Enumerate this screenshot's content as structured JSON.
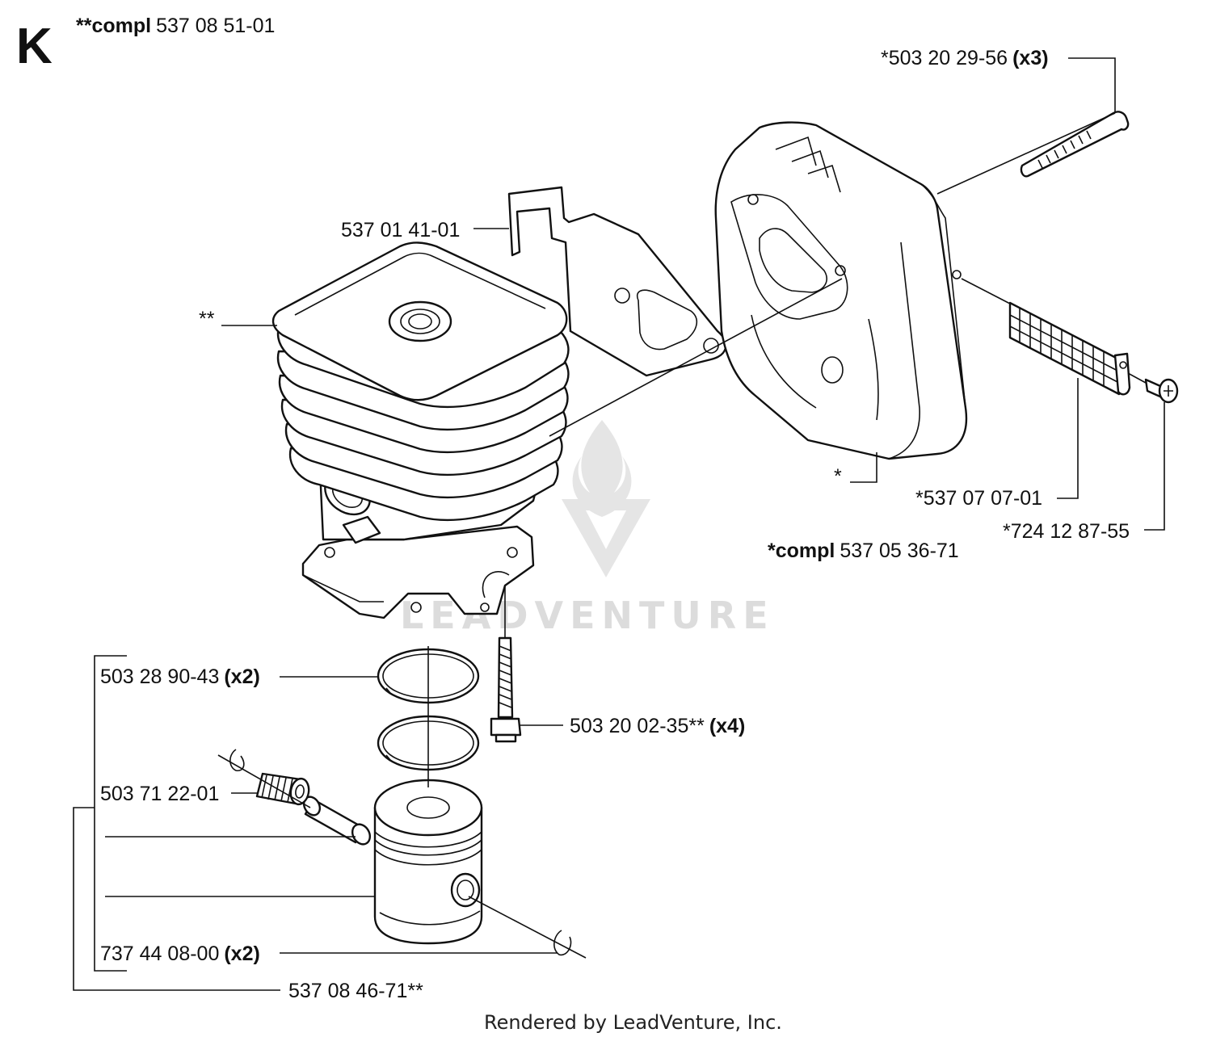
{
  "section_letter": "K",
  "cylinder_kit": {
    "prefix": "**compl",
    "number": "537 08 51-01"
  },
  "muffler_kit": {
    "prefix": "*compl",
    "number": "537 05 36-71"
  },
  "labels": {
    "cylinder_asterisk": "**",
    "muffler_asterisk": "*",
    "bracket": "537 01 41-01",
    "muffler_bolt_number": "*503 20 29-56",
    "muffler_bolt_qty": "(x3)",
    "spark_screen": "*537 07 07-01",
    "screen_screw": "*724 12 87-55",
    "piston_ring_number": "503 28 90-43",
    "piston_ring_qty": "(x2)",
    "cylinder_screw_number": "503 20 02-35**",
    "cylinder_screw_qty": "(x4)",
    "needle_bearing": "503 71 22-01",
    "circlip_number": "737 44 08-00",
    "circlip_qty": "(x2)",
    "piston_kit": "537 08 46-71**"
  },
  "watermark": "LEADVENTURE",
  "footer": "Rendered by LeadVenture, Inc."
}
